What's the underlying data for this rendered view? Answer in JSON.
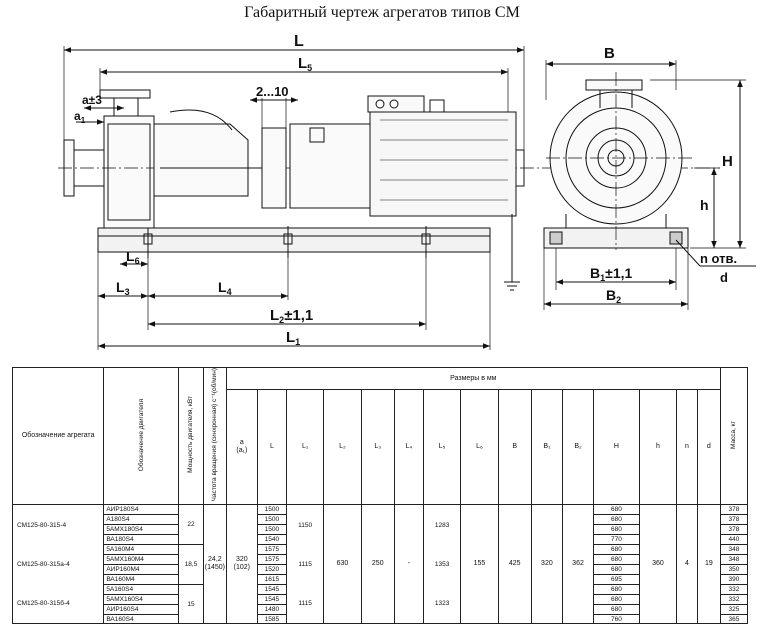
{
  "title": "Габаритный чертеж агрегатов типов СМ",
  "dimensions": {
    "L": "L",
    "L5": "L",
    "L5_sub": "5",
    "gap": "2...10",
    "a": "a±3",
    "a1": "a",
    "a1_sub": "1",
    "L6": "L",
    "L6_sub": "6",
    "L3": "L",
    "L3_sub": "3",
    "L4": "L",
    "L4_sub": "4",
    "L2": "L",
    "L2_sub": "2",
    "L2_tol": "±1,1",
    "L1": "L",
    "L1_sub": "1",
    "B": "B",
    "H": "H",
    "h": "h",
    "B1": "B",
    "B1_sub": "1",
    "B1_tol": "±1,1",
    "B2": "B",
    "B2_sub": "2",
    "n": "n отв.",
    "d": "d"
  },
  "table": {
    "headers": {
      "designation": "Обозначение агрегата",
      "motor": "Обозначение двигателя",
      "power": "Мощность двигателя, кВт",
      "freq": "Частота вращения (синхронная) с⁻¹(об/мин)",
      "sizes": "Размеры в мм",
      "mass": "Масса, кг",
      "a": "a",
      "a1": "(a₁)",
      "cols": [
        "L",
        "L₁",
        "L₂",
        "L₃",
        "L₄",
        "L₅",
        "L₆",
        "B",
        "B₁",
        "B₂",
        "H",
        "h",
        "n",
        "d"
      ]
    },
    "groups": [
      {
        "designation": "СМ125-80-315-4",
        "power": "22",
        "L1": "1150",
        "L5": "1283"
      },
      {
        "designation": "СМ125-80-315а-4",
        "power": "18,5",
        "L1": "1115",
        "L5": "1353"
      },
      {
        "designation": "СМ125-80-315б-4",
        "power": "15",
        "L1": "1115",
        "L5": "1323"
      }
    ],
    "motors": [
      "АИР180S4",
      "А180S4",
      "5АМХ180S4",
      "ВА180S4",
      "5А160М4",
      "5АМХ160М4",
      "АИР160М4",
      "ВА160М4",
      "5А160S4",
      "5АМХ160S4",
      "АИР160S4",
      "ВА160S4"
    ],
    "L_values": [
      "1500",
      "1500",
      "1500",
      "1540",
      "1575",
      "1575",
      "1520",
      "1615",
      "1545",
      "1545",
      "1480",
      "1585"
    ],
    "H_values": [
      "680",
      "680",
      "680",
      "770",
      "680",
      "680",
      "680",
      "695",
      "680",
      "680",
      "680",
      "760"
    ],
    "mass_values": [
      "378",
      "378",
      "378",
      "440",
      "348",
      "348",
      "350",
      "390",
      "332",
      "332",
      "325",
      "365"
    ],
    "shared": {
      "freq": "24,2",
      "freq2": "(1450)",
      "a": "320",
      "a1": "(102)",
      "L2": "630",
      "L3": "250",
      "L4": "-",
      "L6": "155",
      "B": "425",
      "B1": "320",
      "B2": "362",
      "h": "360",
      "n": "4",
      "d": "19"
    }
  }
}
